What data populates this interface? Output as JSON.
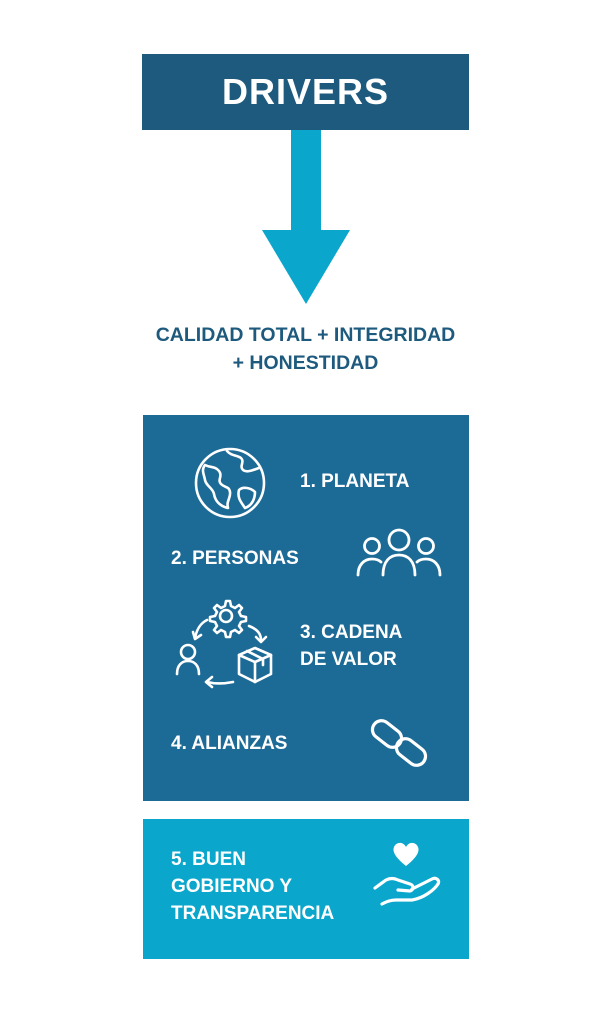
{
  "header": {
    "title": "DRIVERS"
  },
  "subtitle": {
    "line1": "CALIDAD TOTAL + INTEGRIDAD",
    "line2": "+  HONESTIDAD"
  },
  "colors": {
    "dark": "#1d5a7e",
    "panel": "#1c6a96",
    "accent": "#0aa6cc"
  },
  "items": [
    {
      "label": "1.  PLANETA",
      "icon": "globe-icon"
    },
    {
      "label": "2. PERSONAS",
      "icon": "people-group-icon"
    },
    {
      "label": "3. CADENA\nDE VALOR",
      "icon": "value-chain-icon"
    },
    {
      "label": "4. ALIANZAS",
      "icon": "chain-link-icon"
    },
    {
      "label": "5. BUEN\nGOBIERNO Y\nTRANSPARENCIA",
      "icon": "heart-hand-icon"
    }
  ]
}
